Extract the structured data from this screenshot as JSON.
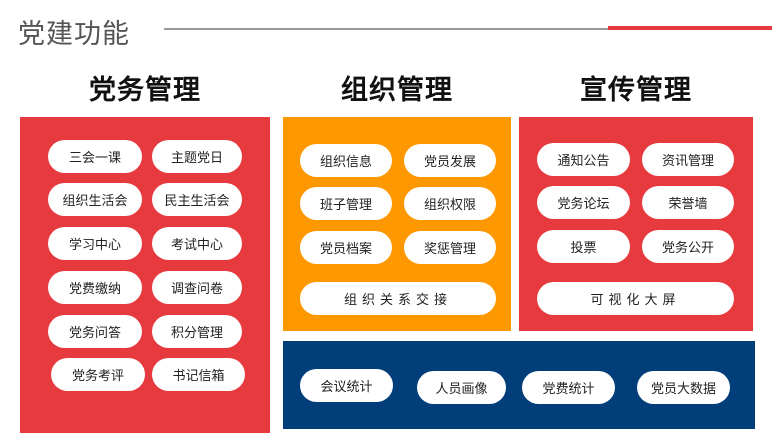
{
  "header": {
    "title": "党建功能",
    "rule_gray_color": "#9a9a9a",
    "rule_red_color": "#e63a3f"
  },
  "columns": {
    "party_affairs": {
      "title": "党务管理",
      "color": "#e63a3f",
      "items": [
        "三会一课",
        "主题党日",
        "组织生活会",
        "民主生活会",
        "学习中心",
        "考试中心",
        "党费缴纳",
        "调查问卷",
        "党务问答",
        "积分管理",
        "党务考评",
        "书记信箱"
      ]
    },
    "organization": {
      "title": "组织管理",
      "color": "#fe9800",
      "items": [
        "组织信息",
        "党员发展",
        "班子管理",
        "组织权限",
        "党员档案",
        "奖惩管理"
      ],
      "wide_item": "组织关系交接"
    },
    "publicity": {
      "title": "宣传管理",
      "color": "#e63a3f",
      "items": [
        "通知公告",
        "资讯管理",
        "党务论坛",
        "荣誉墙",
        "投票",
        "党务公开"
      ],
      "wide_item": "可视化大屏"
    },
    "statistics": {
      "color": "#023e7a",
      "items": [
        "会议统计",
        "人员画像",
        "党费统计",
        "党员大数据"
      ]
    }
  }
}
